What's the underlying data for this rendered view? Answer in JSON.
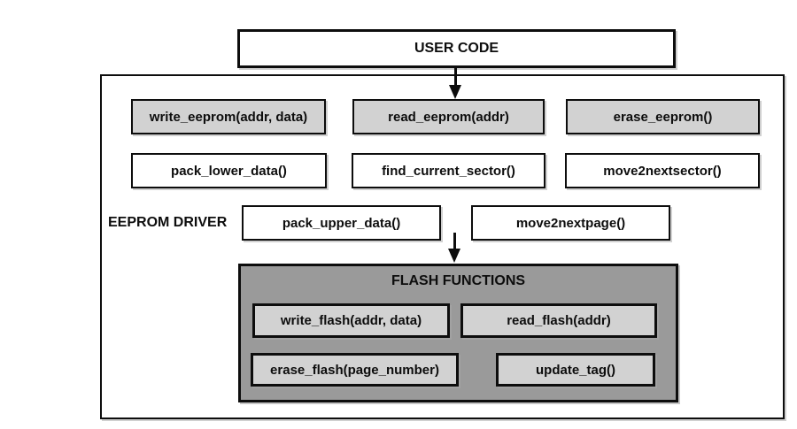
{
  "colors": {
    "box_light_gray": "#d2d2d2",
    "box_white": "#ffffff",
    "flash_panel_gray": "#9a9a9a",
    "border_black": "#0d0d0d",
    "background": "#ffffff"
  },
  "user_code": {
    "label": "USER CODE"
  },
  "eeprom_driver": {
    "label": "EEPROM DRIVER",
    "api_functions": [
      "write_eeprom(addr, data)",
      "read_eeprom(addr)",
      "erase_eeprom()"
    ],
    "helper_functions_row1": [
      "pack_lower_data()",
      "find_current_sector()",
      "move2nextsector()"
    ],
    "helper_functions_row2": [
      "pack_upper_data()",
      "move2nextpage()"
    ]
  },
  "flash_functions": {
    "title": "FLASH FUNCTIONS",
    "row1": [
      "write_flash(addr, data)",
      "read_flash(addr)"
    ],
    "row2": [
      "erase_flash(page_number)",
      "update_tag()"
    ]
  }
}
